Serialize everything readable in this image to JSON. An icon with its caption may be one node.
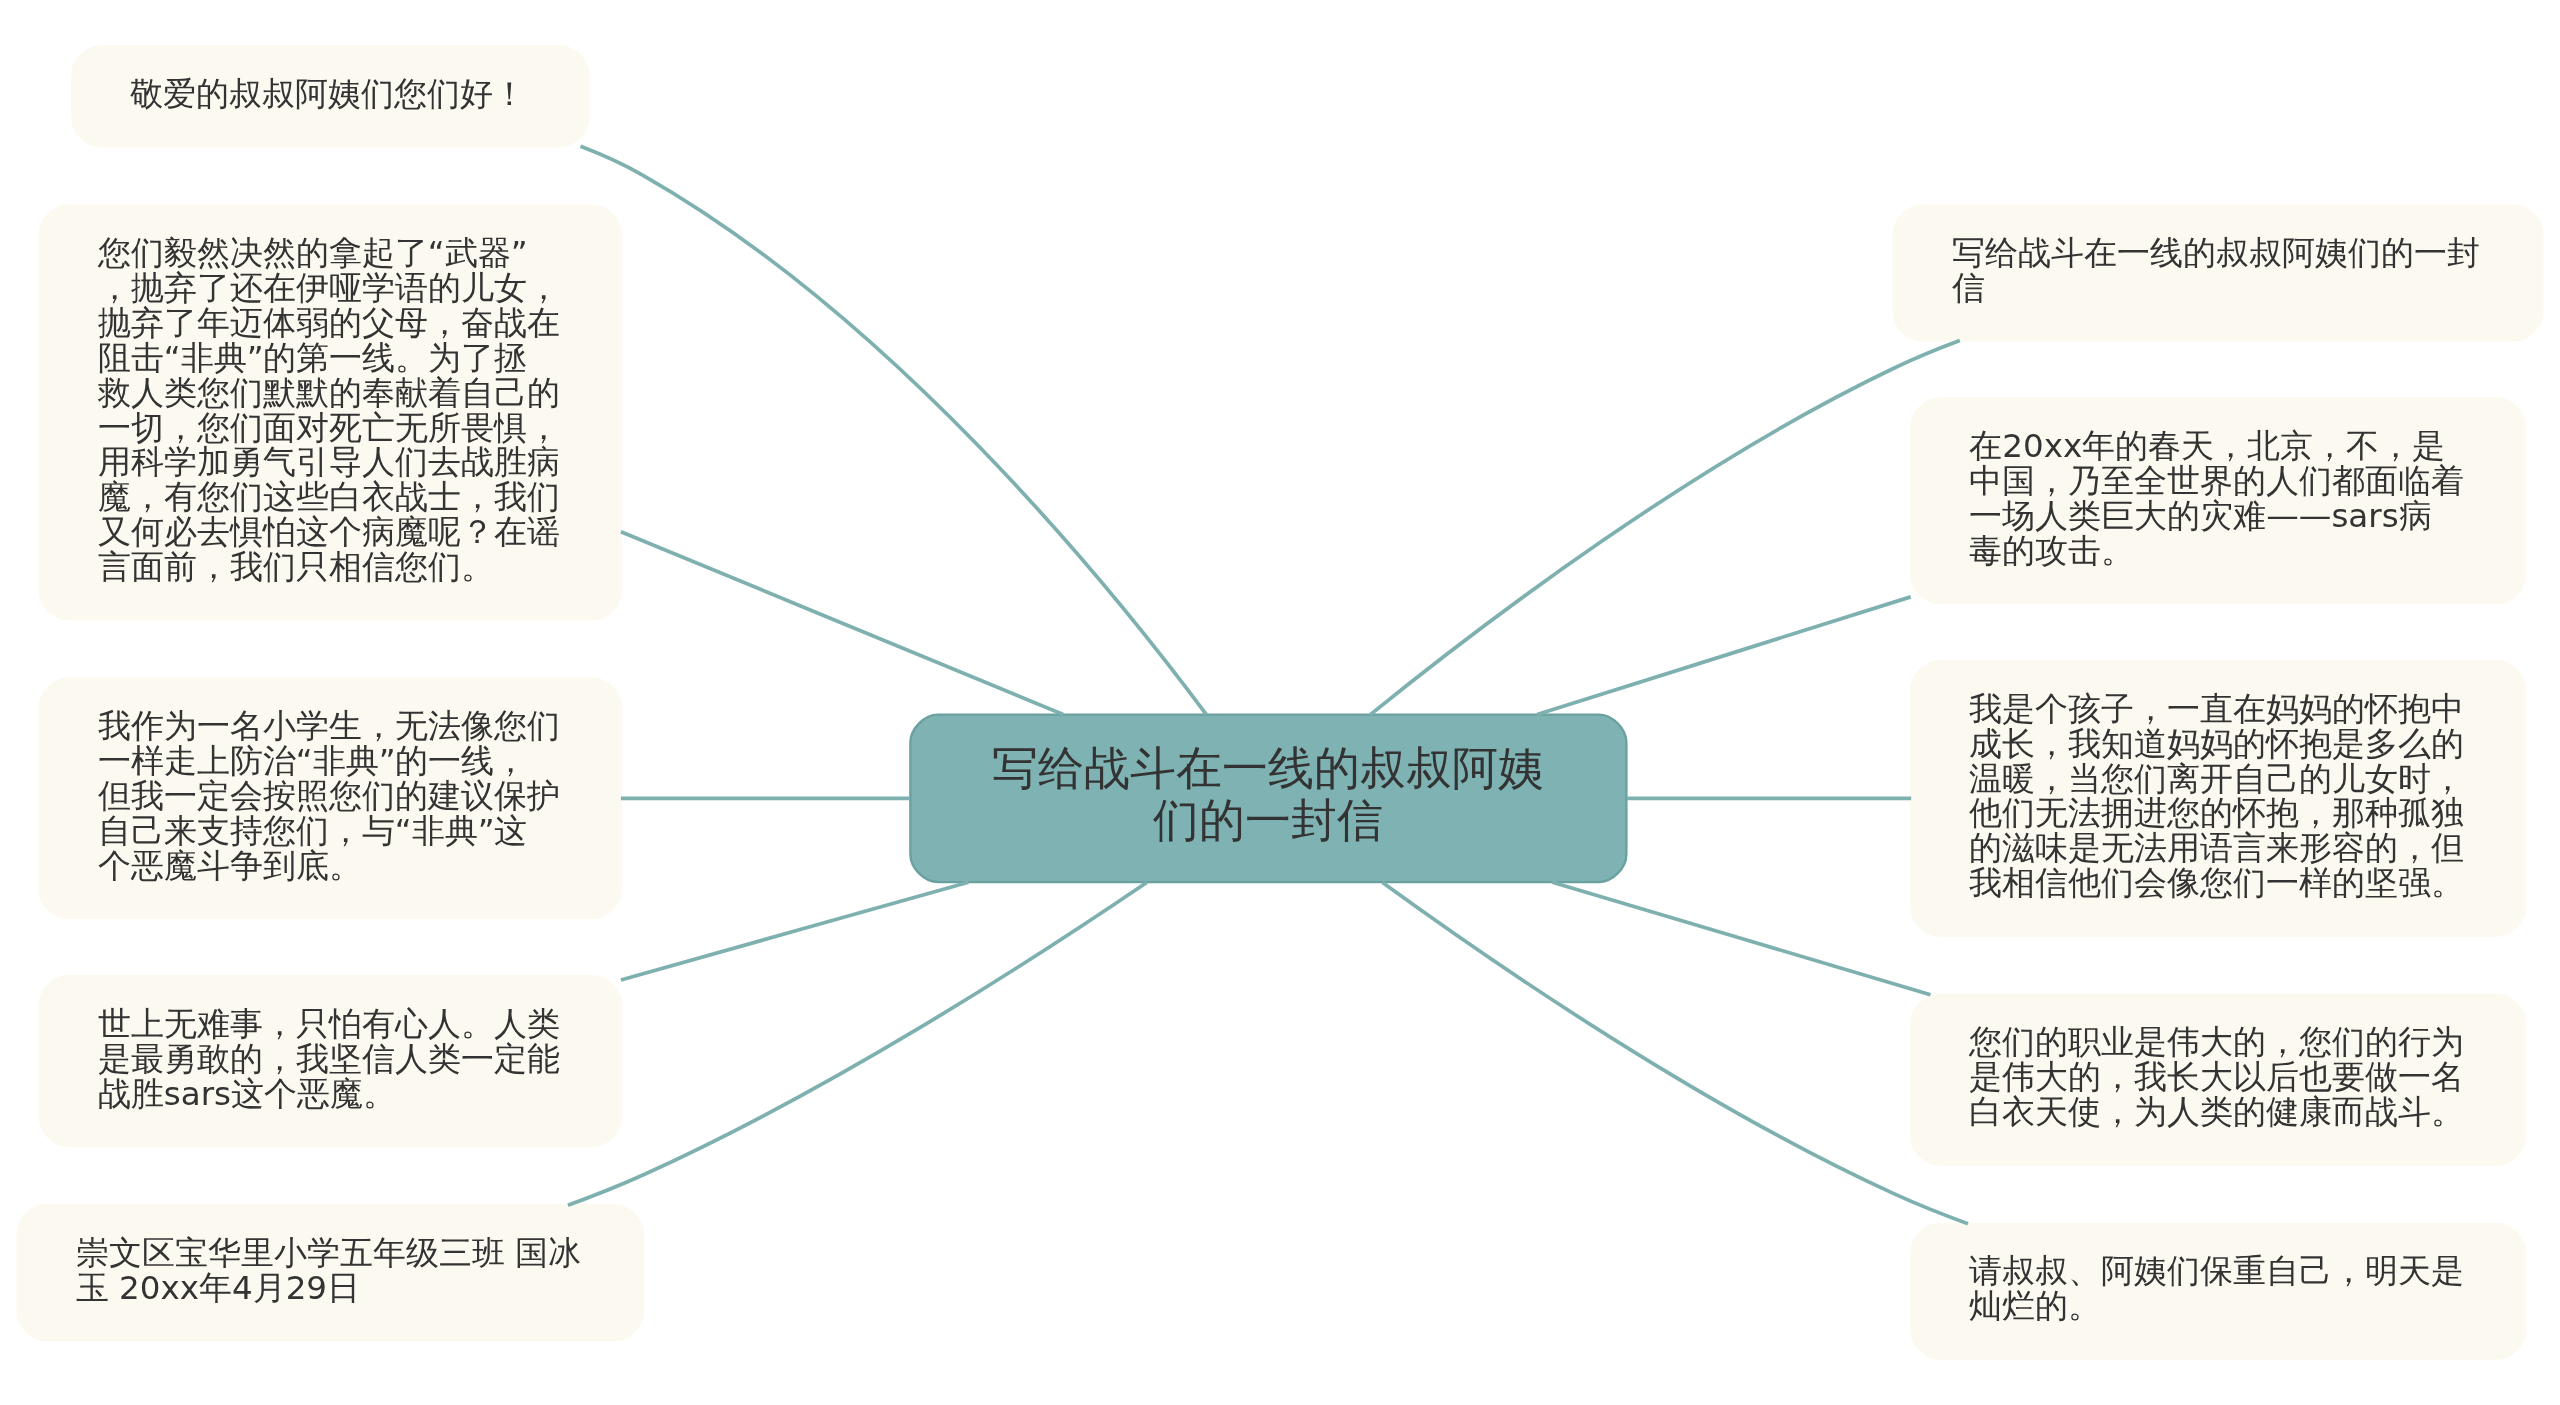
{
  "diagram": {
    "nodes": [
      {
        "text": [
          "写给战斗在一线的叔叔阿姨们的一封信"
        ]
      },
      {
        "text": [
          "敬爱的叔叔阿姨们您们好！"
        ]
      },
      {
        "text": [
          "您们毅然决然的拿起了“武器”，抛弃了还在伊哑学语的儿女，抛弃了年迈体弱的父母，奋战在阻击“非典”的第一线。为了拯救人类您们默默的奉献着自己的一切，您们面对死亡无所畏惧，用科学加勇气引导人们去战胜病魔，有您们这些白衣战士，我们又何必去惧怕这个病魔呢？在谣言面前，我们只相信您们。"
        ]
      },
      {
        "text": [
          "我作为一名小学生，无法像您们一样走上防治“非典”的一线，但我一定会按照您们的建议保护自己来支持您们，与“非典”这个恶魔斗争到底。"
        ]
      },
      {
        "text": [
          "世上无难事，只怕有心人。人类是最勇敢的，我坚信人类一定能战胜sars这个恶魔。"
        ]
      },
      {
        "text": [
          "崇文区宝华里小学五年级三班 国冰玉 20xx年4月29日"
        ]
      },
      {
        "text": [
          "写给战斗在一线的叔叔阿姨们的一封信"
        ]
      },
      {
        "text": [
          "在20xx年的春天，北京，不，是中国，乃至全世界的人们都面临着一场人类巨大的灾难——sars病毒的攻击。"
        ]
      },
      {
        "text": [
          "我是个孩子，一直在妈妈的怀抱中成长，我知道妈妈的怀抱是多么的温暖，当您们离开自己的儿女时，他们无法拥进您的怀抱，那种孤独的滋味是无法用语言来形容的，但我相信他们会像您们一样的坚强。"
        ]
      },
      {
        "text": [
          "您们的职业是伟大的，您们的行为是伟大的，我长大以后也要做一名白衣天使，为人类的健康而战斗。"
        ]
      },
      {
        "text": [
          "请叔叔、阿姨们保重自己，明天是灿烂的。"
        ]
      }
    ],
    "edges": [
      {
        "from": 0,
        "to": 1,
        "arrow": "none"
      },
      {
        "from": 0,
        "to": 2,
        "arrow": "none"
      },
      {
        "from": 0,
        "to": 3,
        "arrow": "none"
      },
      {
        "from": 0,
        "to": 4,
        "arrow": "none"
      },
      {
        "from": 0,
        "to": 5,
        "arrow": "none"
      },
      {
        "from": 0,
        "to": 6,
        "arrow": "none"
      },
      {
        "from": 0,
        "to": 7,
        "arrow": "none"
      },
      {
        "from": 0,
        "to": 8,
        "arrow": "none"
      },
      {
        "from": 0,
        "to": 9,
        "arrow": "none"
      },
      {
        "from": 0,
        "to": 10,
        "arrow": "none"
      }
    ]
  }
}
